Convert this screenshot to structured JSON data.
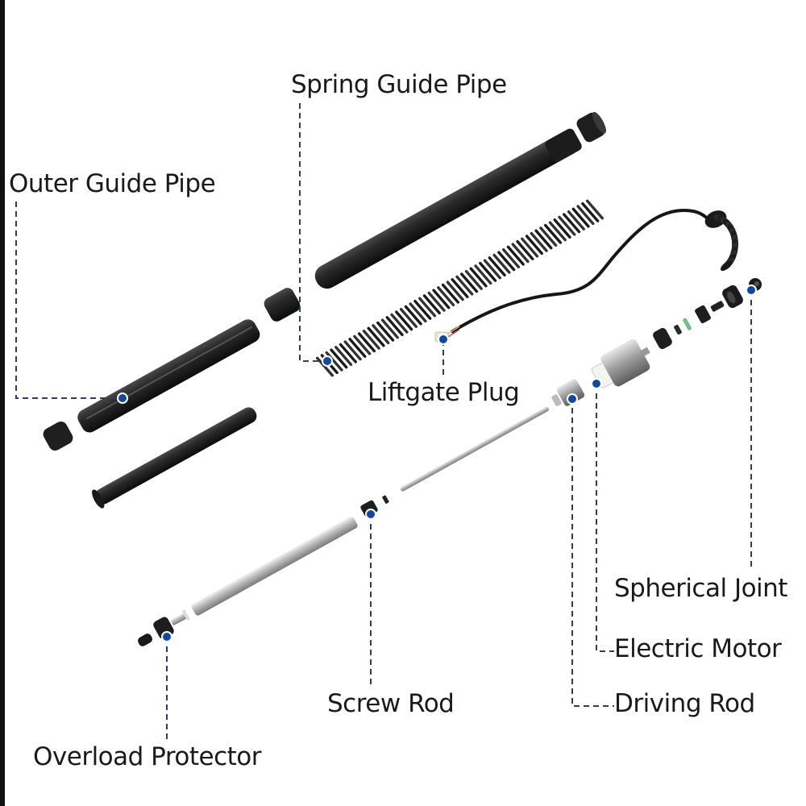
{
  "diagram": {
    "title": "Power Liftgate Strut Exploded View",
    "accent_color": "#0d4aa0",
    "leader_color": "#2d3e5a",
    "labels": {
      "spring_guide_pipe": "Spring Guide Pipe",
      "outer_guide_pipe": "Outer Guide Pipe",
      "liftgate_plug": "Liftgate Plug",
      "spherical_joint": "Spherical Joint",
      "electric_motor": "Electric Motor",
      "driving_rod": "Driving Rod",
      "screw_rod": "Screw Rod",
      "overload_protector": "Overload Protector"
    }
  }
}
